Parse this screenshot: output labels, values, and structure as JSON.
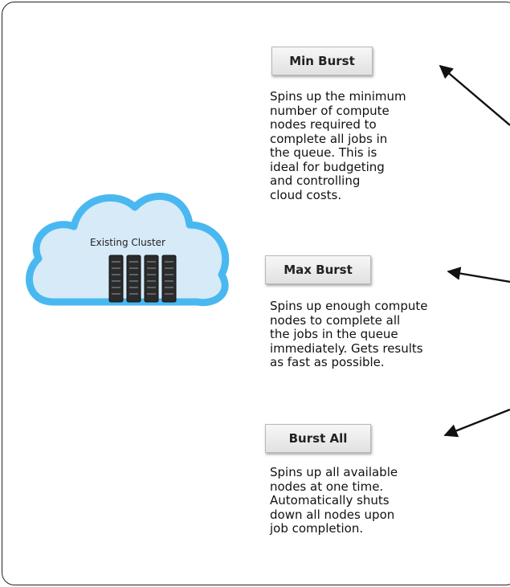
{
  "cloud": {
    "label": "Existing Cluster",
    "fill_color": "#d6eaf8",
    "border_color": "#4ab8f0",
    "icon": "server-rack-icon"
  },
  "options": [
    {
      "label": "Min Burst",
      "description_lines": [
        "Spins up the minimum",
        "number of compute",
        "nodes required to",
        "complete all jobs in",
        "the queue. This is",
        "ideal for budgeting",
        "and controlling",
        "cloud costs."
      ]
    },
    {
      "label": "Max Burst",
      "description_lines": [
        "Spins up enough compute",
        "nodes to complete all",
        "the jobs in the queue",
        "immediately. Gets results",
        "as fast as possible."
      ]
    },
    {
      "label": "Burst All",
      "description_lines": [
        "Spins up all available",
        "nodes at one time.",
        "Automatically shuts",
        "down all nodes upon",
        "job completion."
      ]
    }
  ]
}
